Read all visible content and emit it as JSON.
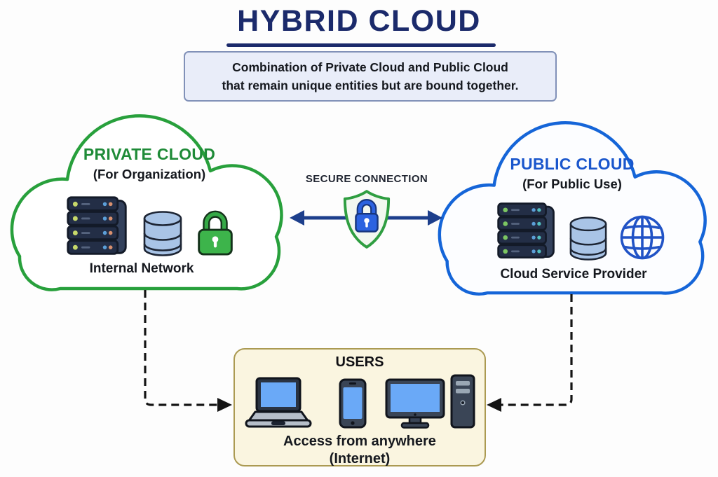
{
  "title": "HYBRID CLOUD",
  "subtitle": {
    "line1": "Combination of Private Cloud and Public Cloud",
    "line2": "that remain unique entities but are bound together."
  },
  "private_cloud": {
    "title": "PRIVATE CLOUD",
    "subtitle": "(For Organization)",
    "caption": "Internal Network",
    "icons": [
      "server-rack",
      "database",
      "padlock"
    ]
  },
  "connection": {
    "label": "SECURE CONNECTION",
    "icon": "shield-lock"
  },
  "public_cloud": {
    "title": "PUBLIC CLOUD",
    "subtitle": "(For Public Use)",
    "caption": "Cloud Service Provider",
    "icons": [
      "server-rack",
      "database",
      "globe"
    ]
  },
  "users": {
    "title": "USERS",
    "caption_line1": "Access from anywhere",
    "caption_line2": "(Internet)",
    "icons": [
      "laptop",
      "smartphone",
      "desktop-monitor",
      "computer-tower"
    ]
  },
  "colors": {
    "navy": "#1b2a6b",
    "green": "#28a03c",
    "green_text": "#1f8b38",
    "blue": "#1565d8",
    "blue_text": "#1a56cc",
    "arrow_navy": "#1d3f8c",
    "subtitle_bg": "#e9edf9",
    "subtitle_border": "#8191b8",
    "users_bg": "#faf5e0",
    "users_border": "#ab9a52",
    "dashed_connector": "#141414",
    "text_dark": "#15181e"
  }
}
